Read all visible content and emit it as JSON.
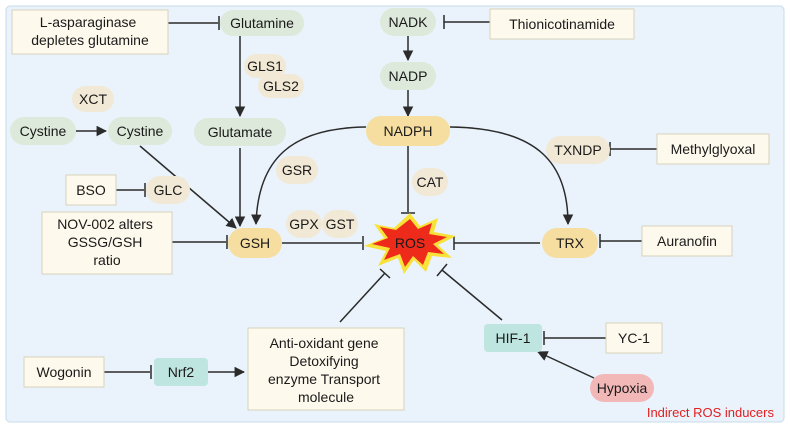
{
  "nodes": {
    "l_asparaginase": [
      "L-asparaginase",
      "depletes glutamine"
    ],
    "glutamine": "Glutamine",
    "gls1": "GLS1",
    "gls2": "GLS2",
    "glutamate": "Glutamate",
    "nadk": "NADK",
    "thionicotinamide": "Thionicotinamide",
    "nadp": "NADP",
    "nadph": "NADPH",
    "xct": "XCT",
    "cystine_out": "Cystine",
    "cystine_in": "Cystine",
    "txndp": "TXNDP",
    "methylglyoxal": "Methylglyoxal",
    "gsr": "GSR",
    "cat": "CAT",
    "bso": "BSO",
    "glc": "GLC",
    "nov002": [
      "NOV-002 alters",
      "GSSG/GSH",
      "ratio"
    ],
    "gpx": "GPX",
    "gst": "GST",
    "gsh": "GSH",
    "ros": "ROS",
    "trx": "TRX",
    "auranofin": "Auranofin",
    "antioxidant": [
      "Anti-oxidant gene",
      "Detoxifying",
      "enzyme Transport",
      "molecule"
    ],
    "hif1": "HIF-1",
    "yc1": "YC-1",
    "wogonin": "Wogonin",
    "nrf2": "Nrf2",
    "hypoxia": "Hypoxia"
  },
  "legend": {
    "indirect_label": "Indirect ROS inducers"
  },
  "colors": {
    "panel_bg": "#eaf3fb",
    "panel_border": "#c7dbea",
    "green_node": "#dde9da",
    "yellow_node": "#f6dea0",
    "cream_box": "#fdf9ec",
    "cream_border": "#d8d2bd",
    "teal_node": "#bfe5e0",
    "pink_node": "#f2b8b8",
    "ros_star": "#ee2a1a",
    "ros_glow": "#f8e23a",
    "red_text": "#e02020",
    "line": "#2b2b2b"
  }
}
